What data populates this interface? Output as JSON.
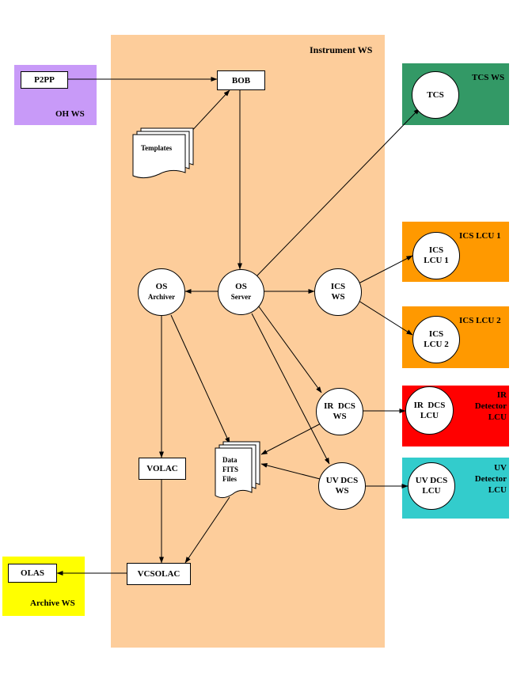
{
  "colors": {
    "instrument_ws": "#fdcd9b",
    "oh_ws": "#c89af8",
    "tcs_ws": "#339966",
    "ics_lcu": "#ff9900",
    "ir_detector": "#ff0000",
    "uv_detector": "#33cccc",
    "archive_ws": "#ffff00"
  },
  "regions": {
    "instrument_ws": "Instrument WS",
    "oh_ws": "OH WS",
    "tcs_ws": "TCS WS",
    "ics_lcu_1": "ICS LCU 1",
    "ics_lcu_2": "ICS LCU 2",
    "ir_detector": [
      "IR",
      "Detector",
      "LCU"
    ],
    "uv_detector": [
      "UV",
      "Detector",
      "LCU"
    ],
    "archive_ws": "Archive WS"
  },
  "nodes": {
    "p2pp": "P2PP",
    "bob": "BOB",
    "templates": "Templates",
    "tcs": "TCS",
    "os_archiver": [
      "OS",
      "Archiver"
    ],
    "os_server": [
      "OS",
      "Server"
    ],
    "ics_ws": [
      "ICS",
      "WS"
    ],
    "ics_lcu1": [
      "ICS",
      "LCU 1"
    ],
    "ics_lcu2": [
      "ICS",
      "LCU 2"
    ],
    "ir_dcs_ws": [
      "IR  DCS",
      "WS"
    ],
    "ir_dcs_lcu": [
      "IR  DCS",
      "LCU"
    ],
    "data_fits": [
      "Data",
      "FITS",
      "Files"
    ],
    "uv_dcs_ws": [
      "UV DCS",
      "WS"
    ],
    "uv_dcs_lcu": [
      "UV DCS",
      "LCU"
    ],
    "volac": "VOLAC",
    "vcsolac": "VCSOLAC",
    "olas": "OLAS"
  }
}
